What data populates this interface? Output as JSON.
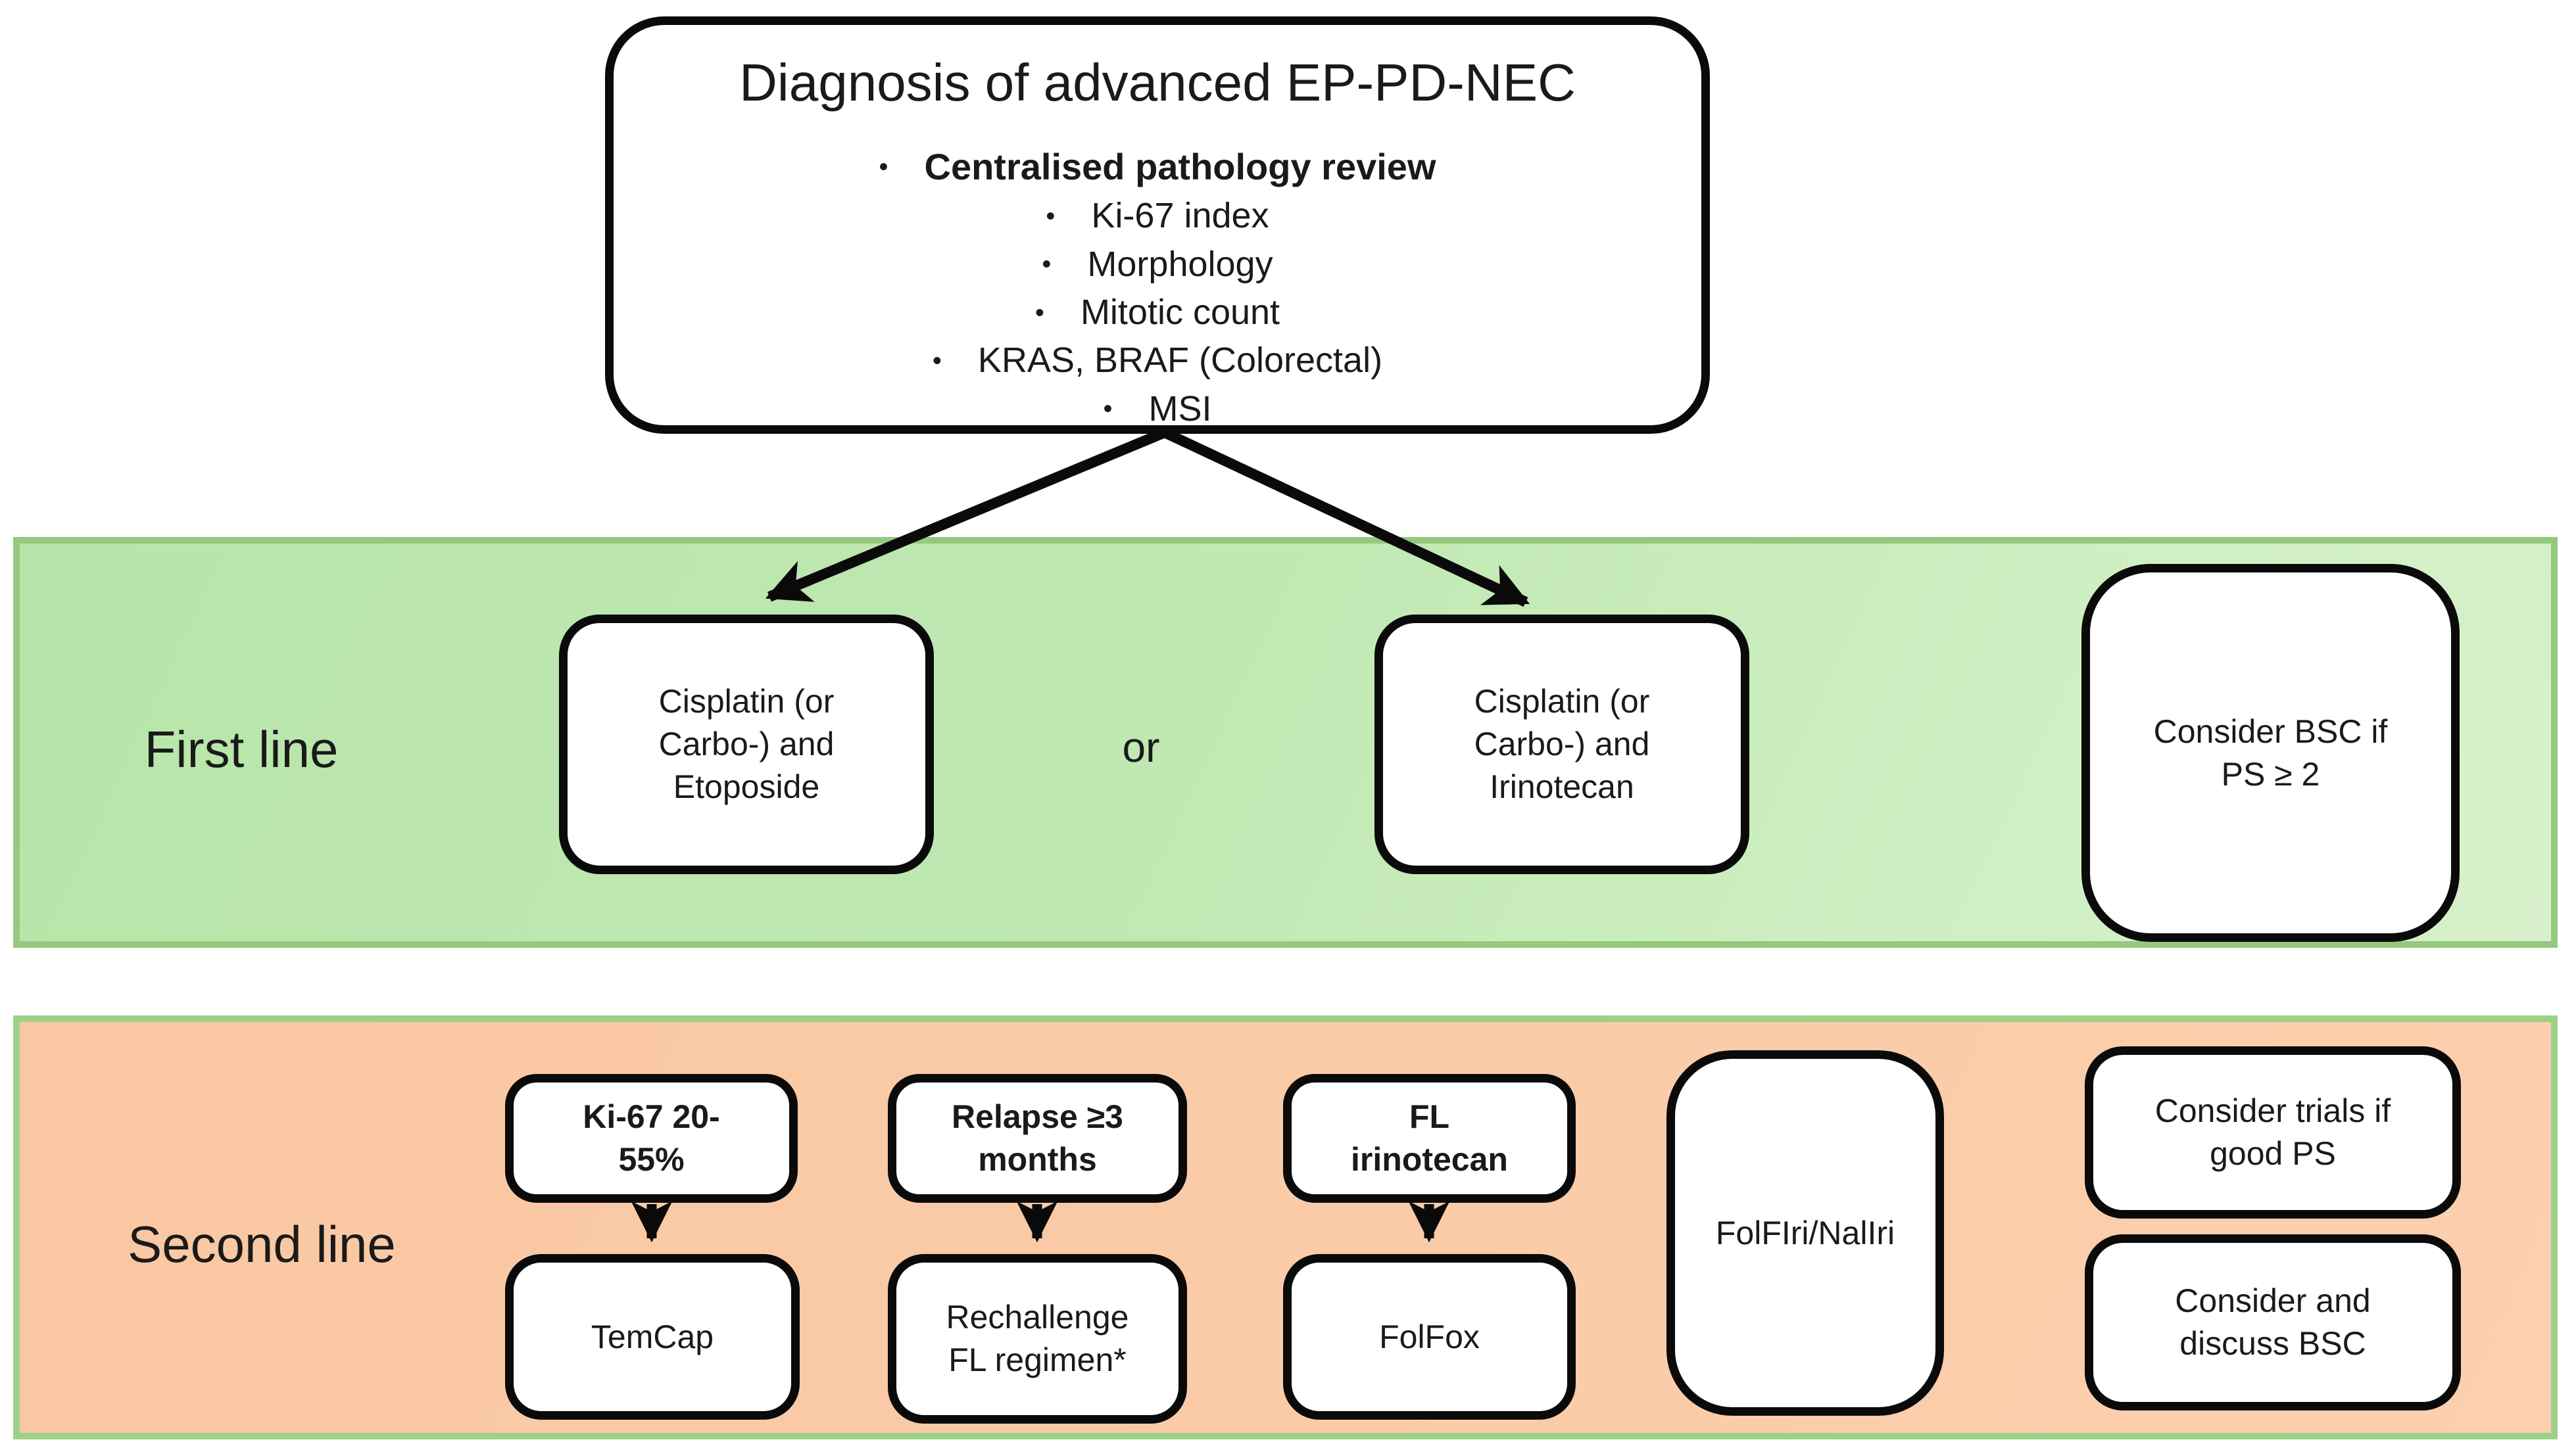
{
  "diagnosis_box": {
    "title": "Diagnosis of advanced EP-PD-NEC",
    "bullets": [
      {
        "text": "Centralised pathology review",
        "bold": true
      },
      {
        "text": "Ki-67 index",
        "bold": false
      },
      {
        "text": "Morphology",
        "bold": false
      },
      {
        "text": "Mitotic count",
        "bold": false
      },
      {
        "text": "KRAS, BRAF (Colorectal)",
        "bold": false
      },
      {
        "text": "MSI",
        "bold": false
      }
    ]
  },
  "first_line": {
    "label": "First line",
    "option1": "Cisplatin (or\nCarbo-) and\nEtoposide",
    "or_label": "or",
    "option2": "Cisplatin (or\nCarbo-) and\nIrinotecan",
    "bsc": "Consider BSC if\nPS ≥ 2"
  },
  "second_line": {
    "label": "Second line",
    "columns": [
      {
        "condition": "Ki-67 20-\n55%",
        "treatment": "TemCap"
      },
      {
        "condition": "Relapse ≥3\nmonths",
        "treatment": "Rechallenge\nFL regimen*"
      },
      {
        "condition": "FL\nirinotecan",
        "treatment": "FolFox"
      }
    ],
    "alt_treatment": "FolFIri/NalIri",
    "trials": "Consider trials if\ngood PS",
    "bsc": "Consider and\ndiscuss BSC"
  },
  "colors": {
    "first_line_band_fill": "#bce7af",
    "first_line_band_border": "#94c97f",
    "second_line_band_fill": "#f9caa6",
    "second_line_band_border": "#9dd187",
    "node_border": "#0a0a0a",
    "text": "#1a1a1a"
  }
}
